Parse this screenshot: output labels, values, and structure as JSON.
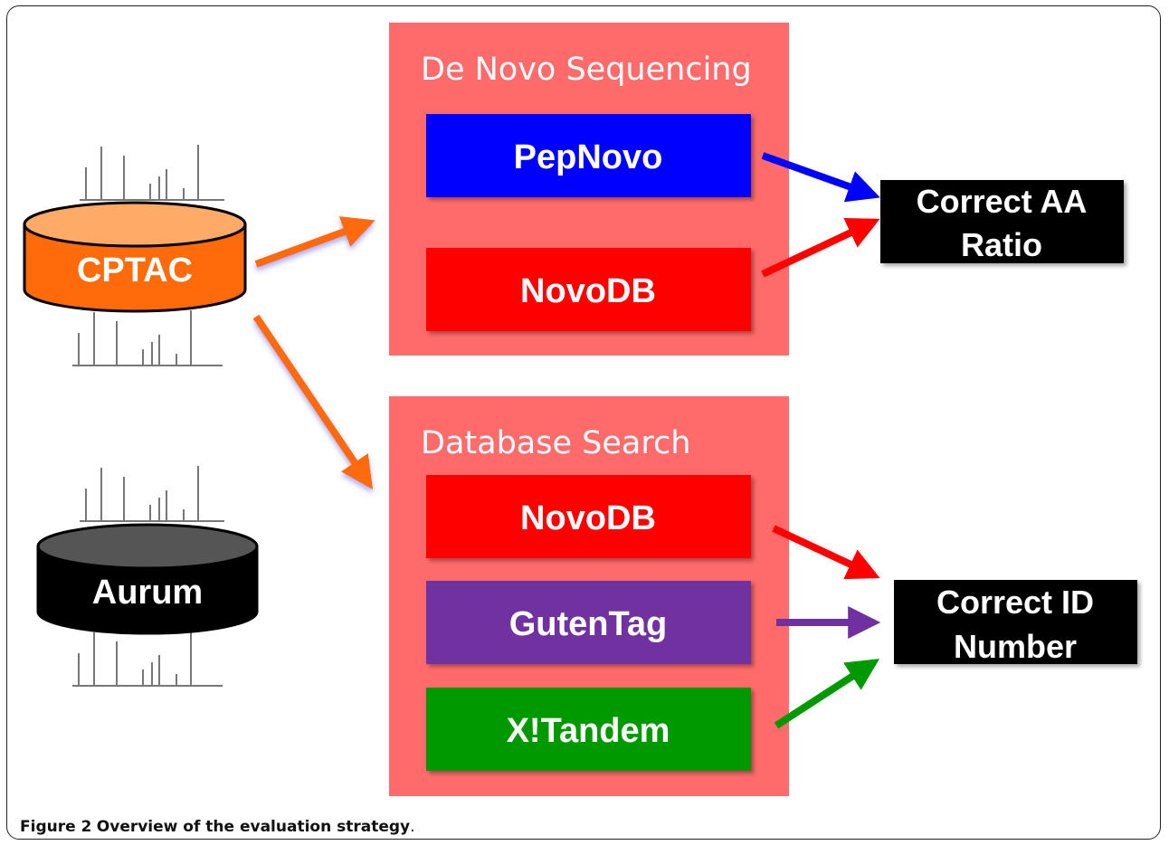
{
  "groups": {
    "de_novo": {
      "title": "De Novo Sequencing"
    },
    "database": {
      "title": "Database Search"
    }
  },
  "datasets": {
    "cptac": {
      "label": "CPTAC",
      "color": "#ff6a0a"
    },
    "aurum": {
      "label": "Aurum",
      "color": "#000000"
    }
  },
  "tools": {
    "pepnovo": {
      "label": "PepNovo",
      "color": "#0000ff"
    },
    "novodb_denovo": {
      "label": "NovoDB",
      "color": "#ff0000"
    },
    "novodb_db": {
      "label": "NovoDB",
      "color": "#ff0000"
    },
    "gutentag": {
      "label": "GutenTag",
      "color": "#7030a0"
    },
    "xtandem": {
      "label": "X!Tandem",
      "color": "#009a00"
    }
  },
  "outputs": {
    "aa_ratio": {
      "line1": "Correct AA",
      "line2": "Ratio"
    },
    "id_number": {
      "line1": "Correct ID",
      "line2": "Number"
    }
  },
  "colors": {
    "panel": "#ff6b6b",
    "arrow_cptac": "#ff6a0a",
    "arrow_aurum": "#000000",
    "arrow_blue": "#0000ff",
    "arrow_red": "#ff0000",
    "arrow_purple": "#7030a0",
    "arrow_green": "#009a00"
  },
  "caption": {
    "label": "Figure 2",
    "text": "Overview of the evaluation strategy"
  }
}
